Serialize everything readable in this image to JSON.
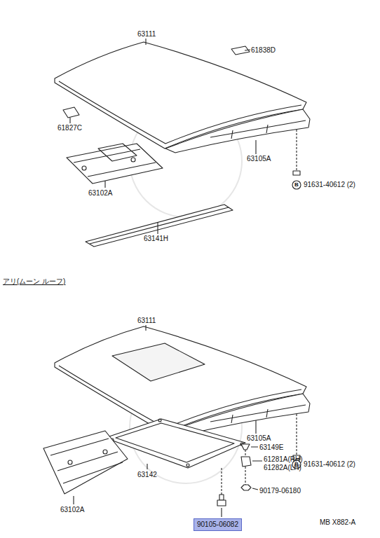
{
  "diagram": {
    "nodes": [
      {
        "text": [
          "90105-06082"
        ]
      }
    ],
    "labels": [
      "63111",
      "61838D",
      "61827C",
      "63105A",
      "B",
      "91631-40612 (2)",
      "63102A",
      "63141H",
      "アリ(ムーン ルーフ)",
      "63111",
      "63105A",
      "B",
      "91631-40612 (2)",
      "63149E",
      "61281A(RH)",
      "61282A(LH)",
      "90179-06180",
      "63142",
      "63102A",
      "MB X882-A"
    ]
  }
}
